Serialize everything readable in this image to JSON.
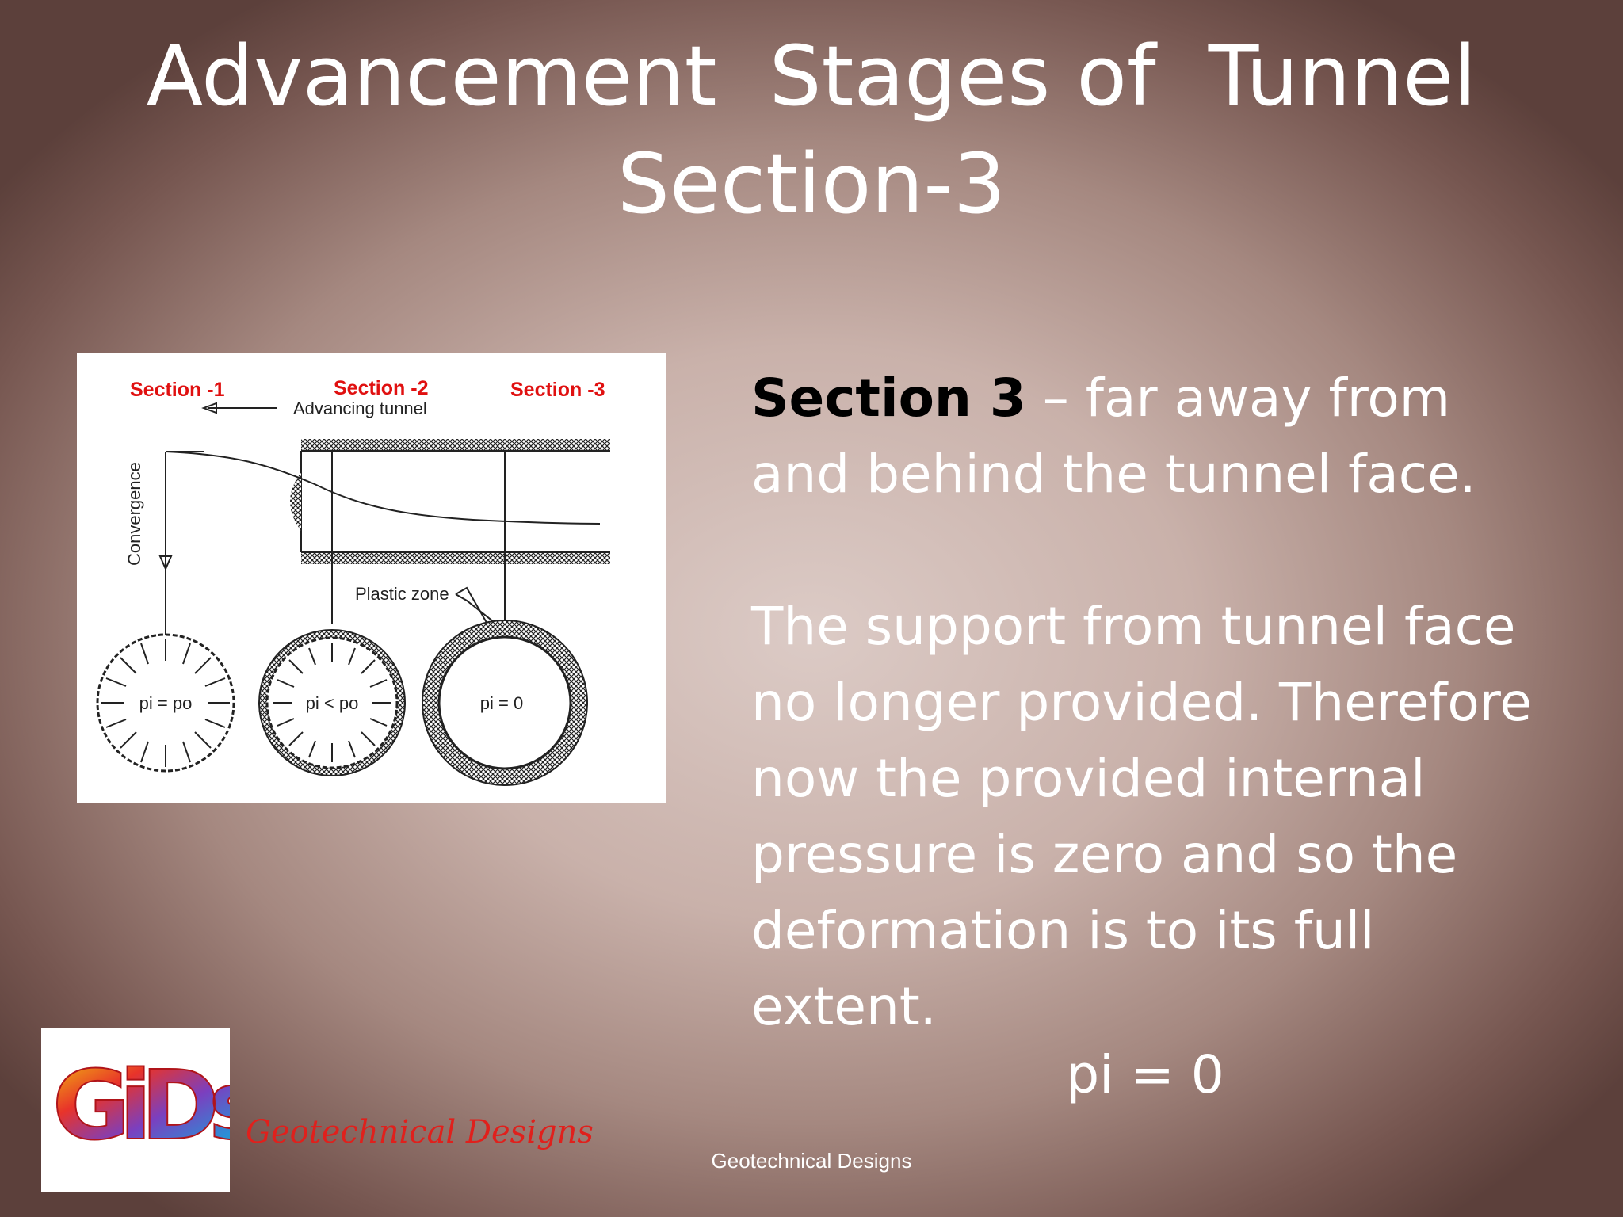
{
  "slide": {
    "title_line1": "Advancement  Stages of  Tunnel",
    "title_line2": "Section-3"
  },
  "figure": {
    "section1_label": "Section -1",
    "section2_label": "Section -2",
    "section3_label": "Section -3",
    "advancing_label": "Advancing tunnel",
    "convergence_label": "Convergence",
    "plastic_zone_label": "Plastic zone",
    "circle1_label": "pi = po",
    "circle2_label": "pi < po",
    "circle3_label": "pi = 0",
    "label_color": "#e01010"
  },
  "content": {
    "heading_bold": "Section 3",
    "heading_rest": " – far away from and behind the tunnel face.",
    "paragraph": "The support from tunnel face no longer provided. Therefore now the provided internal pressure is zero and so the deformation is to its full extent.",
    "equation": "pi = 0"
  },
  "logo": {
    "letters": "GiDs",
    "brand_text": "Geotechnical Designs"
  },
  "footer": {
    "text": "Geotechnical Designs"
  }
}
